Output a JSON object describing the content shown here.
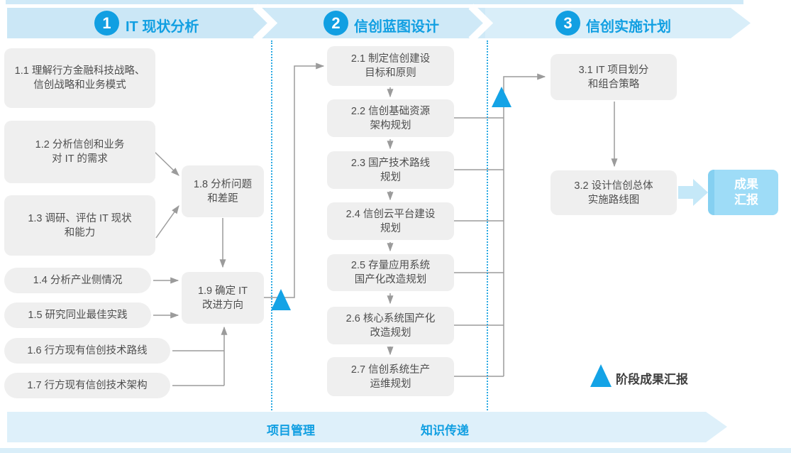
{
  "colors": {
    "accent": "#119fe2",
    "band1": "#cbe7f6",
    "band2": "#cfe9f7",
    "band3": "#d9eef9",
    "bottom-band": "#def0fa",
    "node-bg": "#efefef",
    "node-text": "#4e4e4e",
    "line": "#9b9b9b",
    "triangle": "#14a3e6",
    "output-bg": "#9edcf7",
    "output-stripe": "#85d0f1",
    "output-arrow": "#c5e8f8",
    "divider": "#2aa9e2",
    "legend-text": "#3f3f3f"
  },
  "phases": [
    {
      "number": "1",
      "title": "IT 现状分析"
    },
    {
      "number": "2",
      "title": "信创蓝图设计"
    },
    {
      "number": "3",
      "title": "信创实施计划"
    }
  ],
  "nodes": {
    "n11": [
      "1.1 理解行方金融科技战略、",
      "信创战略和业务模式"
    ],
    "n12": [
      "1.2 分析信创和业务",
      "对 IT 的需求"
    ],
    "n13": [
      "1.3 调研、评估 IT 现状",
      "和能力"
    ],
    "n14": [
      "1.4 分析产业侧情况"
    ],
    "n15": [
      "1.5 研究同业最佳实践"
    ],
    "n16": [
      "1.6 行方现有信创技术路线"
    ],
    "n17": [
      "1.7 行方现有信创技术架构"
    ],
    "n18": [
      "1.8 分析问题",
      "和差距"
    ],
    "n19": [
      "1.9 确定 IT",
      "改进方向"
    ],
    "n21": [
      "2.1 制定信创建设",
      "目标和原则"
    ],
    "n22": [
      "2.2 信创基础资源",
      "架构规划"
    ],
    "n23": [
      "2.3 国产技术路线",
      "规划"
    ],
    "n24": [
      "2.4 信创云平台建设",
      "规划"
    ],
    "n25": [
      "2.5 存量应用系统",
      "国产化改造规划"
    ],
    "n26": [
      "2.6 核心系统国产化",
      "改造规划"
    ],
    "n27": [
      "2.7 信创系统生产",
      "运维规划"
    ],
    "n31": [
      "3.1 IT 项目划分",
      "和组合策略"
    ],
    "n32": [
      "3.2 设计信创总体",
      "实施路线图"
    ]
  },
  "output_box": [
    "成果",
    "汇报"
  ],
  "legend": {
    "stage_report": "阶段成果汇报"
  },
  "bottom_bar": {
    "items": [
      "项目管理",
      "知识传递"
    ]
  }
}
